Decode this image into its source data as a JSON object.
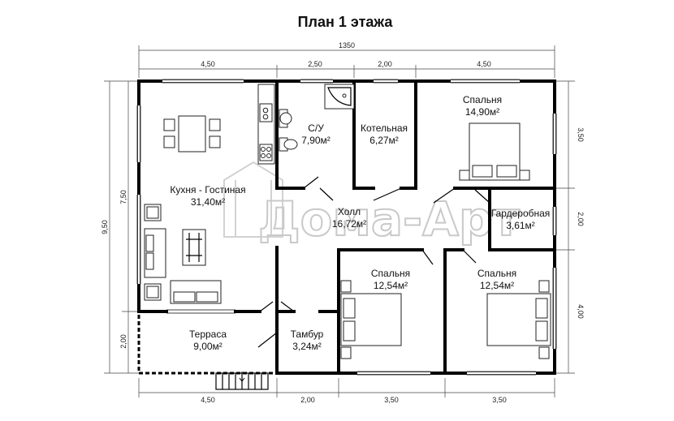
{
  "title": "План 1 этажа",
  "watermark": "Дома-Арт",
  "rooms": {
    "kitchen": {
      "name": "Кухня - Гостиная",
      "area": "31,40м²"
    },
    "bathroom": {
      "name": "С/У",
      "area": "7,90м²"
    },
    "boiler": {
      "name": "Котельная",
      "area": "6,27м²"
    },
    "bedroom1": {
      "name": "Спальня",
      "area": "14,90м²"
    },
    "hall": {
      "name": "Холл",
      "area": "16,72м²"
    },
    "wardrobe": {
      "name": "Гардеробная",
      "area": "3,61м²"
    },
    "bedroom2": {
      "name": "Спальня",
      "area": "12,54м²"
    },
    "bedroom3": {
      "name": "Спальня",
      "area": "12,54м²"
    },
    "terrace": {
      "name": "Терраса",
      "area": "9,00м²"
    },
    "vestibule": {
      "name": "Тамбур",
      "area": "3,24м²"
    }
  },
  "dimensions": {
    "total_width": "1350",
    "top": [
      "4,50",
      "2,50",
      "2,00",
      "4,50"
    ],
    "bottom": [
      "4,50",
      "2,00",
      "3,50",
      "3,50"
    ],
    "left_outer": "9,50",
    "left_inner": "7,50",
    "left_terrace": "2,00",
    "right": [
      "3,50",
      "2,00",
      "4,00"
    ]
  },
  "colors": {
    "walls": "#000000",
    "watermark": "#c9c9c9"
  }
}
